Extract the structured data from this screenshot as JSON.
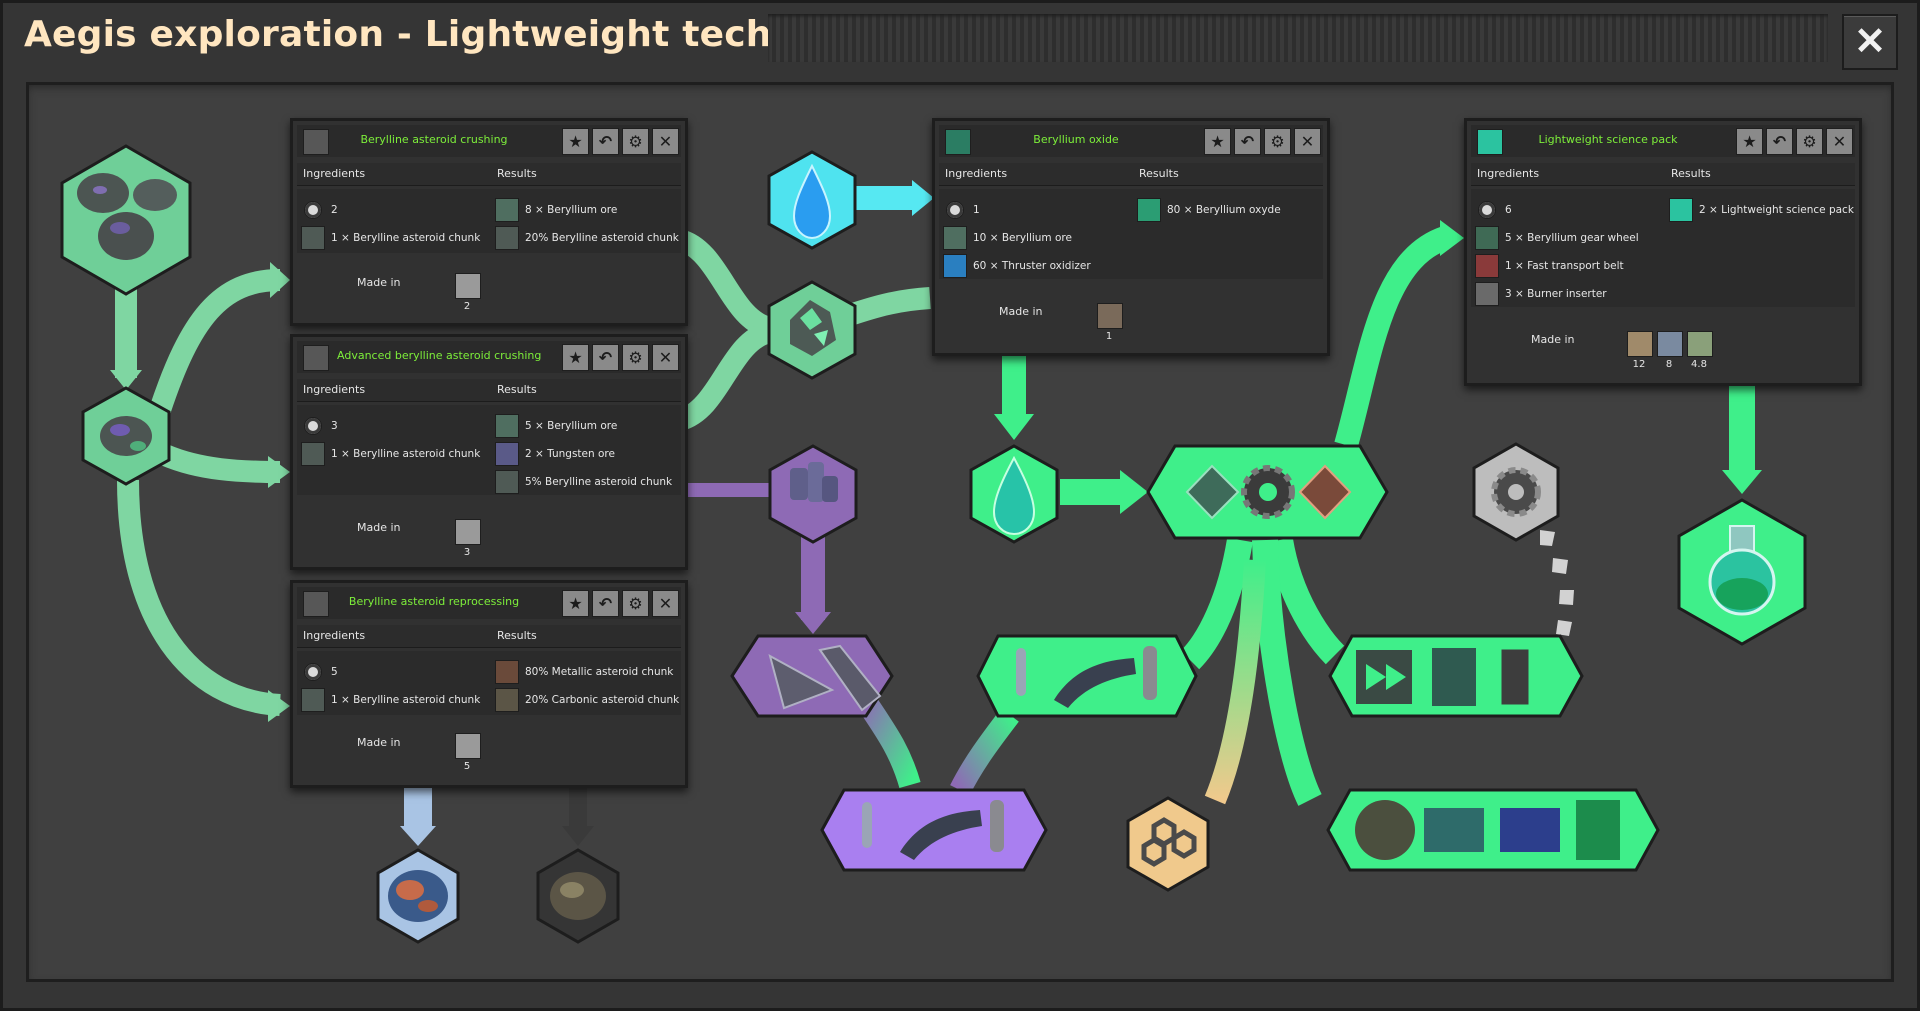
{
  "window": {
    "title": "Aegis exploration - Lightweight technologies",
    "close_glyph": "✕"
  },
  "colors": {
    "background": "#404040",
    "flow_teal": "#7fd6a2",
    "flow_green": "#3fef8a",
    "flow_purple": "#8e6ab5",
    "flow_cyan": "#56e8f2",
    "title_text": "#ffe6c0",
    "recipe_name": "#7dee3a"
  },
  "recipes": [
    {
      "name": "Berylline asteroid crushing",
      "icon": "berylline-chunk-icon",
      "ingredients_label": "Ingredients",
      "results_label": "Results",
      "ingredients": [
        {
          "icon": "clock-icon",
          "text": "2"
        },
        {
          "icon": "berylline-asteroid-chunk-icon",
          "text": "1 × Berylline asteroid chunk"
        }
      ],
      "results": [
        {
          "icon": "beryllium-ore-icon",
          "text": "8 × Beryllium ore"
        },
        {
          "icon": "berylline-asteroid-chunk-icon",
          "text": "20% Berylline asteroid chunk"
        }
      ],
      "made_in_label": "Made in",
      "machines": [
        {
          "icon": "crusher-icon",
          "count": "2"
        }
      ]
    },
    {
      "name": "Advanced berylline asteroid crushing",
      "icon": "berylline-chunk-icon",
      "ingredients_label": "Ingredients",
      "results_label": "Results",
      "ingredients": [
        {
          "icon": "clock-icon",
          "text": "3"
        },
        {
          "icon": "berylline-asteroid-chunk-icon",
          "text": "1 × Berylline asteroid chunk"
        }
      ],
      "results": [
        {
          "icon": "beryllium-ore-icon",
          "text": "5 × Beryllium ore"
        },
        {
          "icon": "tungsten-ore-icon",
          "text": "2 × Tungsten ore"
        },
        {
          "icon": "berylline-asteroid-chunk-icon",
          "text": "5% Berylline asteroid chunk"
        }
      ],
      "made_in_label": "Made in",
      "machines": [
        {
          "icon": "crusher-icon",
          "count": "3"
        }
      ]
    },
    {
      "name": "Berylline asteroid reprocessing",
      "icon": "berylline-chunk-icon",
      "ingredients_label": "Ingredients",
      "results_label": "Results",
      "ingredients": [
        {
          "icon": "clock-icon",
          "text": "5"
        },
        {
          "icon": "berylline-asteroid-chunk-icon",
          "text": "1 × Berylline asteroid chunk"
        }
      ],
      "results": [
        {
          "icon": "metallic-asteroid-chunk-icon",
          "text": "80% Metallic asteroid chunk"
        },
        {
          "icon": "carbonic-asteroid-chunk-icon",
          "text": "20% Carbonic asteroid chunk"
        }
      ],
      "made_in_label": "Made in",
      "machines": [
        {
          "icon": "crusher-icon",
          "count": "5"
        }
      ]
    },
    {
      "name": "Beryllium oxide",
      "icon": "beryllium-oxide-icon",
      "ingredients_label": "Ingredients",
      "results_label": "Results",
      "ingredients": [
        {
          "icon": "clock-icon",
          "text": "1"
        },
        {
          "icon": "beryllium-ore-icon",
          "text": "10 × Beryllium ore"
        },
        {
          "icon": "thruster-oxidizer-icon",
          "text": "60 × Thruster oxidizer"
        }
      ],
      "results": [
        {
          "icon": "beryllium-oxide-icon",
          "text": "80 × Beryllium oxyde"
        }
      ],
      "made_in_label": "Made in",
      "machines": [
        {
          "icon": "chemical-plant-icon",
          "count": "1"
        }
      ]
    },
    {
      "name": "Lightweight science pack",
      "icon": "lightweight-science-pack-icon",
      "ingredients_label": "Ingredients",
      "results_label": "Results",
      "ingredients": [
        {
          "icon": "clock-icon",
          "text": "6"
        },
        {
          "icon": "beryllium-gear-wheel-icon",
          "text": "5 × Beryllium gear wheel"
        },
        {
          "icon": "fast-transport-belt-icon",
          "text": "1 × Fast transport belt"
        },
        {
          "icon": "burner-inserter-icon",
          "text": "3 × Burner inserter"
        }
      ],
      "results": [
        {
          "icon": "lightweight-science-pack-icon",
          "text": "2 × Lightweight science pack"
        }
      ],
      "made_in_label": "Made in",
      "machines": [
        {
          "icon": "assembler-1-icon",
          "count": "12"
        },
        {
          "icon": "assembler-2-icon",
          "count": "8"
        },
        {
          "icon": "assembler-3-icon",
          "count": "4.8"
        }
      ]
    }
  ],
  "nodes": [
    {
      "name": "berylline-asteroid-node",
      "icon": "berylline-asteroid-icon",
      "color": "#6fcf98"
    },
    {
      "name": "berylline-chunk-node",
      "icon": "berylline-asteroid-chunk-icon",
      "color": "#6fcf98"
    },
    {
      "name": "thruster-oxidizer-node",
      "icon": "thruster-oxidizer-icon",
      "color": "#4fe3ef"
    },
    {
      "name": "beryllium-ore-node",
      "icon": "beryllium-ore-icon",
      "color": "#6fcf98"
    },
    {
      "name": "tungsten-ore-node",
      "icon": "tungsten-ore-icon",
      "color": "#8e6ab5"
    },
    {
      "name": "beryllium-oxide-node",
      "icon": "beryllium-oxide-icon",
      "color": "#3fef8a"
    },
    {
      "name": "beryllium-plate-gear-node",
      "icon": "beryllium-gear-wheel-icon",
      "color": "#3fef8a"
    },
    {
      "name": "iron-gear-node",
      "icon": "gear-icon",
      "color": "#bdbdbd"
    },
    {
      "name": "lightweight-science-node",
      "icon": "lightweight-science-pack-icon",
      "color": "#3fef8a"
    },
    {
      "name": "tungsten-parts-node",
      "icon": "tungsten-carbide-icon",
      "color": "#8e6ab5"
    },
    {
      "name": "purple-ammo-node",
      "icon": "rocket-ammo-icon",
      "color": "#8e6ab5"
    },
    {
      "name": "green-ammo-node",
      "icon": "rocket-ammo-icon",
      "color": "#3fef8a"
    },
    {
      "name": "belts-node",
      "icon": "transport-belt-icon",
      "color": "#3fef8a"
    },
    {
      "name": "equipment-node",
      "icon": "inserter-icon",
      "color": "#3fef8a"
    },
    {
      "name": "carbon-node",
      "icon": "carbon-icon",
      "color": "#f0c98c"
    },
    {
      "name": "metallic-chunk-node",
      "icon": "metallic-asteroid-chunk-icon",
      "color": "#a9c4e4"
    },
    {
      "name": "carbonic-chunk-node",
      "icon": "carbonic-asteroid-chunk-icon",
      "color": "#3a3a3a"
    }
  ]
}
